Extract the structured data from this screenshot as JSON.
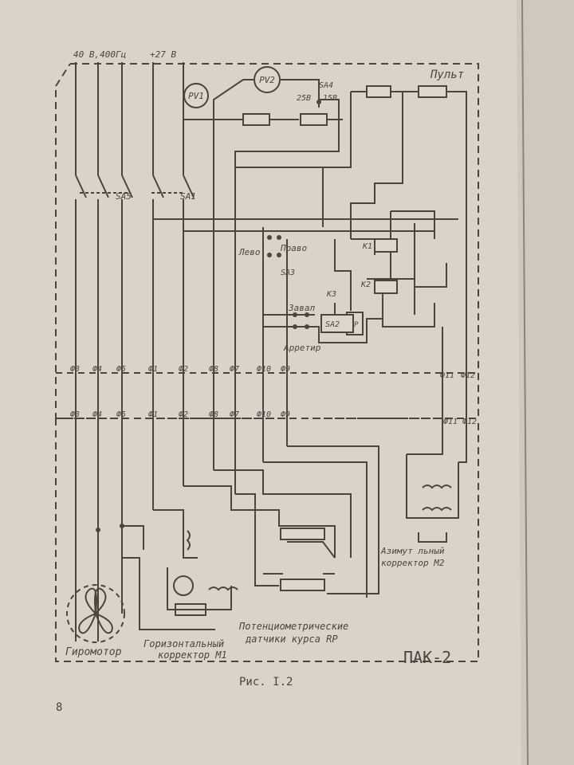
{
  "console_label": "Пульт",
  "supply": {
    "ac": "40 В,400Гц",
    "dc": "+27 В"
  },
  "meters": {
    "pv1": "PV1",
    "pv2": "PV2"
  },
  "switches": {
    "sa1": "SA1",
    "sa2": "SA2",
    "sa3": "SA3",
    "sa4": "SA4",
    "sa5": "SA5",
    "sa4_pos1": "25В",
    "sa4_pos2": "15В",
    "sa2_p": "Р"
  },
  "controls": {
    "left": "Лево",
    "right": "Право",
    "zavał": "Завал",
    "arretir": "Арретир"
  },
  "relays": {
    "k1": "К1",
    "k2": "К2",
    "k3": "К3"
  },
  "terminals_top": [
    "Ф3",
    "Ф4",
    "Ф5",
    "Ф1",
    "Ф2",
    "Ф8",
    "Ф7",
    "Ф10",
    "Ф9",
    "Ф11",
    "Ф12"
  ],
  "terminals_bottom": [
    "Ф3",
    "Ф4",
    "Ф5",
    "Ф1",
    "Ф2",
    "Ф8",
    "Ф7",
    "Ф10",
    "Ф9",
    "Ф11",
    "Ф12"
  ],
  "labels": {
    "gyromotor": "Гиромотор",
    "horizontal_corrector_1": "Горизонтальный",
    "horizontal_corrector_2": "корректор М1",
    "sensors_1": "Потенциометрические",
    "sensors_2": "датчики курса RP",
    "azimuth_1": "Азимут льный",
    "azimuth_2": "корректор М2",
    "unit": "ПАК-2"
  },
  "caption": "Рис. I.2",
  "page_number": "8",
  "colors": {
    "paper": "#dcd6cb",
    "ink": "#4a4540",
    "background": "#3f3a34"
  }
}
